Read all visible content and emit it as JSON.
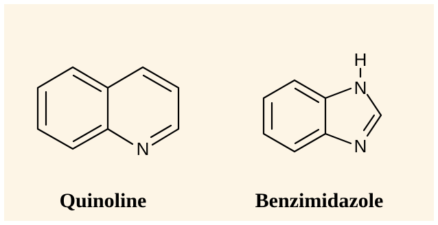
{
  "molecules": [
    {
      "name": "Quinoline",
      "atoms": [
        "N"
      ]
    },
    {
      "name": "Benzimidazole",
      "atoms": [
        "H",
        "N",
        "N"
      ]
    }
  ],
  "colors": {
    "background": "#fdf5e6",
    "ink": "#000000"
  }
}
